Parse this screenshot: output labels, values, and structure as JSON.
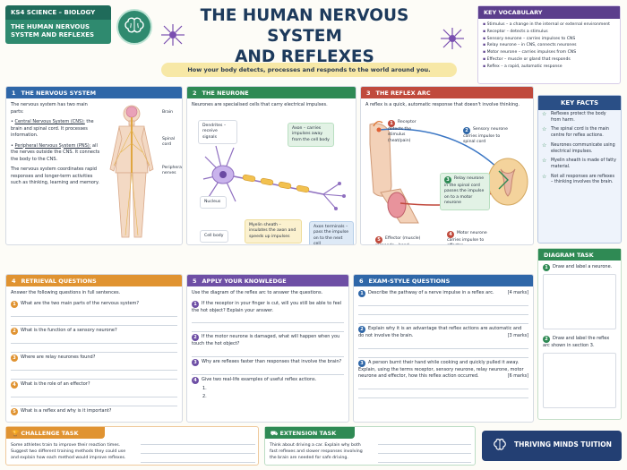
{
  "header": {
    "subject": "KS4 SCIENCE – BIOLOGY",
    "topic": "THE HUMAN NERVOUS SYSTEM AND REFLEXES",
    "title_line1": "THE HUMAN NERVOUS SYSTEM",
    "title_line2": "AND REFLEXES",
    "subtitle": "How your body detects, processes and responds to the world around you."
  },
  "vocab": {
    "heading": "KEY VOCABULARY",
    "items": [
      "Stimulus – a change in the internal or external environment",
      "Receptor – detects a stimulus",
      "Sensory neurone – carries impulses to CNS",
      "Relay neurone – in CNS, connects neurones",
      "Motor neurone – carries impulses from CNS",
      "Effector – muscle or gland that responds",
      "Reflex – a rapid, automatic response"
    ]
  },
  "s1": {
    "num": "1",
    "heading": "THE NERVOUS SYSTEM",
    "intro": "The nervous system has two main parts:",
    "cns_term": "Central Nervous System (CNS):",
    "cns_text": "the brain and spinal cord. It processes information.",
    "pns_term": "Peripheral Nervous System (PNS):",
    "pns_text": "all the nerves outside the CNS. It connects the body to the CNS.",
    "outro": "The nervous system coordinates rapid responses and longer-term activities such as thinking, learning and memory.",
    "label_brain": "Brain",
    "label_spinal": "Spinal cord",
    "label_nerves": "Peripheral nerves"
  },
  "s2": {
    "num": "2",
    "heading": "THE NEURONE",
    "intro": "Neurones are specialised cells that carry electrical impulses.",
    "dendrites": "Dendrites – receive signals",
    "axon": "Axon – carries impulses away from the cell body",
    "nucleus": "Nucleus",
    "cellbody": "Cell body",
    "myelin": "Myelin sheath – insulates the axon and speeds up impulses",
    "terminals": "Axon terminals – pass the impulse on to the next cell"
  },
  "s3": {
    "num": "3",
    "heading": "THE REFLEX ARC",
    "intro": "A reflex is a quick, automatic response that doesn't involve thinking.",
    "step1": "Receptor detects the stimulus (heat/pain)",
    "step2": "Sensory neurone carries impulse to spinal cord",
    "step3": "Relay neurone in the spinal cord passes the impulse on to a motor neurone",
    "step4": "Motor neurone carries impulse to effector",
    "step5": "Effector (muscle) responds – hand moves away quickly"
  },
  "keyfacts": {
    "heading": "KEY FACTS",
    "items": [
      "Reflexes protect the body from harm.",
      "The spinal cord is the main centre for reflex actions.",
      "Neurones communicate using electrical impulses.",
      "Myelin sheath is made of fatty material.",
      "Not all responses are reflexes – thinking involves the brain."
    ]
  },
  "s4": {
    "num": "4",
    "heading": "RETRIEVAL QUESTIONS",
    "intro": "Answer the following questions in full sentences.",
    "questions": [
      "What are the two main parts of the nervous system?",
      "What is the function of a sensory neurone?",
      "Where are relay neurones found?",
      "What is the role of an effector?",
      "What is a reflex and why is it important?"
    ]
  },
  "s5": {
    "num": "5",
    "heading": "APPLY YOUR KNOWLEDGE",
    "intro": "Use the diagram of the reflex arc to answer the questions.",
    "questions": [
      "If the receptor in your finger is cut, will you still be able to feel the hot object? Explain your answer.",
      "If the motor neurone is damaged, what will happen when you touch the hot object?",
      "Why are reflexes faster than responses that involve the brain?",
      "Give two real-life examples of useful reflex actions."
    ],
    "sub1": "1.",
    "sub2": "2."
  },
  "s6": {
    "num": "6",
    "heading": "EXAM-STYLE QUESTIONS",
    "questions": [
      {
        "text": "Describe the pathway of a nerve impulse in a reflex arc.",
        "marks": "[4 marks]"
      },
      {
        "text": "Explain why it is an advantage that reflex actions are automatic and do not involve the brain.",
        "marks": "[3 marks]"
      },
      {
        "text": "A person burnt their hand while cooking and quickly pulled it away. Explain, using the terms receptor, sensory neurone, relay neurone, motor neurone and effector, how this reflex action occurred.",
        "marks": "[6 marks]"
      }
    ]
  },
  "diagram_task": {
    "heading": "DIAGRAM TASK",
    "task1": "Draw and label a neurone.",
    "task2": "Draw and label the reflex arc shown in section 3."
  },
  "challenge": {
    "heading": "CHALLENGE TASK",
    "text": "Some athletes train to improve their reaction times. Suggest two different training methods they could use and explain how each method would improve reflexes."
  },
  "extension": {
    "heading": "EXTENSION TASK",
    "text": "Think about driving a car. Explain why both fast reflexes and slower responses involving the brain are needed for safe driving."
  },
  "brand": {
    "name": "THRIVING MINDS TUITION"
  },
  "colors": {
    "blue": "#2f67a8",
    "green": "#2f8a54",
    "red": "#c04a3c",
    "orange": "#e09331",
    "purple": "#6e4fa5",
    "teal": "#2e8c7a",
    "navy": "#233f73"
  }
}
